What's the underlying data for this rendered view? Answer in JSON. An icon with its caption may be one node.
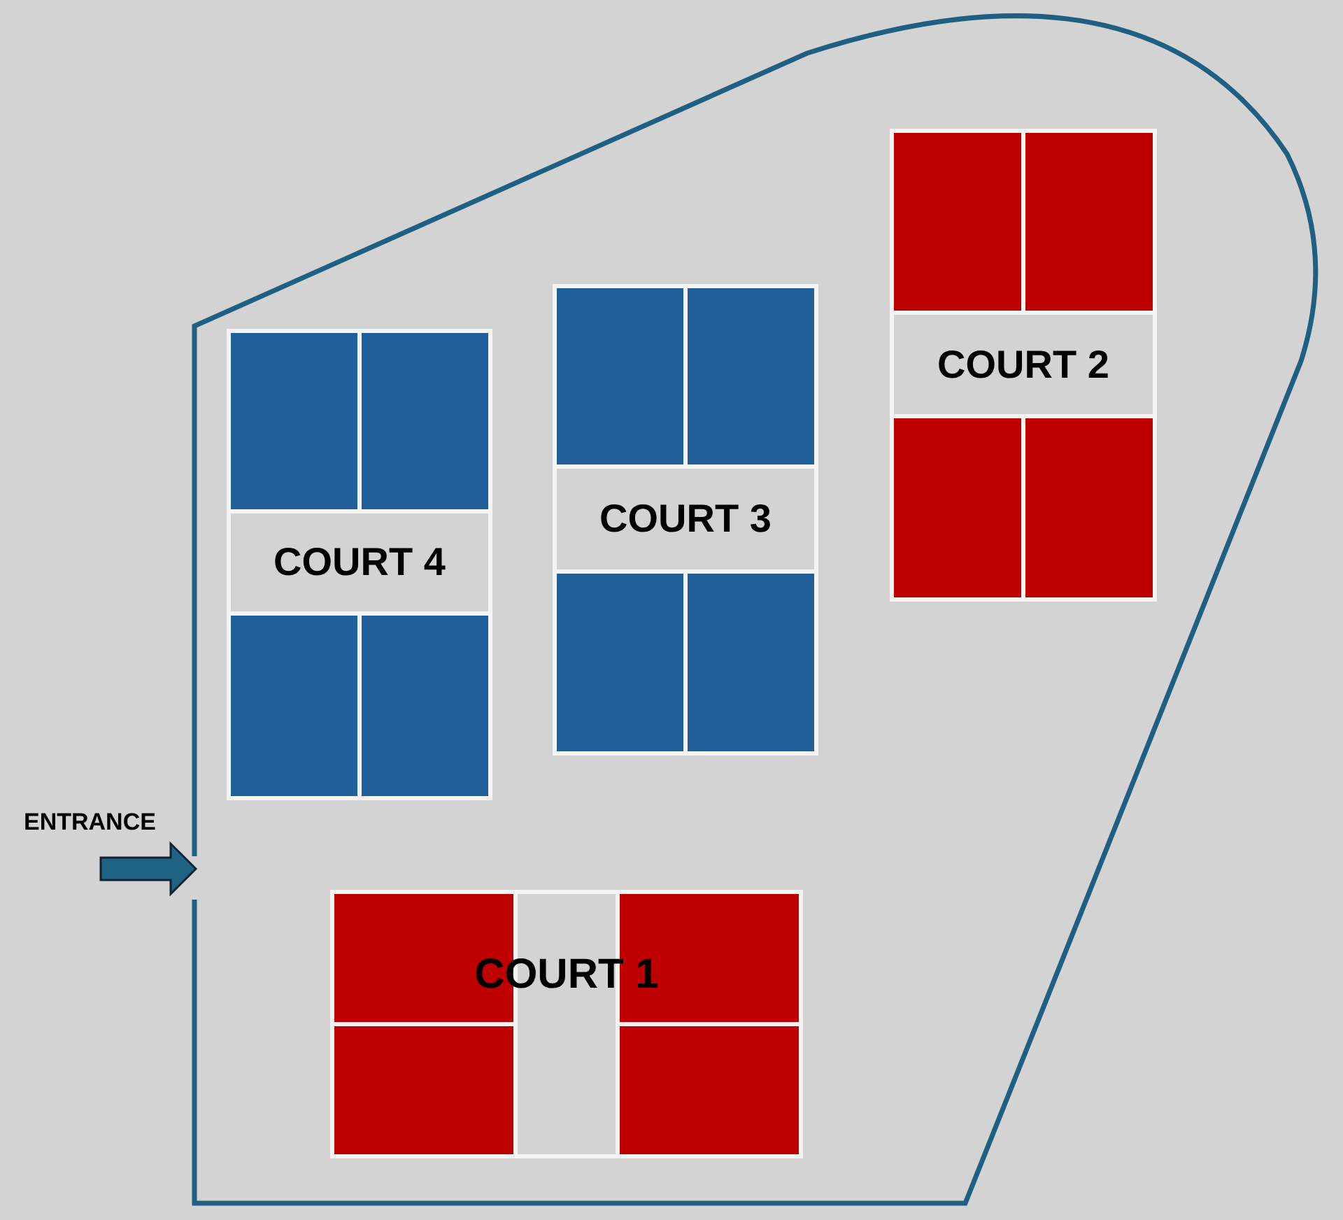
{
  "diagram": {
    "nodes": [
      {
        "text": [
          "COURT 2"
        ]
      },
      {
        "text": [
          "COURT 3"
        ]
      },
      {
        "text": [
          "COURT 4"
        ]
      },
      {
        "text": [
          "COURT 1"
        ]
      }
    ],
    "labels": [
      "ENTRANCE"
    ]
  }
}
